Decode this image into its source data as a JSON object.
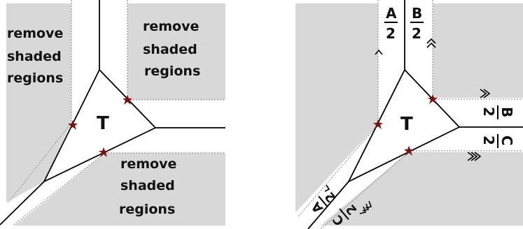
{
  "colors": {
    "shade": "#d8d8d8",
    "stroke": "#000000",
    "dashed": "#9a9a9a",
    "star": "#7a1010"
  },
  "left": {
    "region_label_1": [
      "remove",
      "shaded",
      "regions"
    ],
    "region_label_2": [
      "remove",
      "shaded",
      "regions"
    ],
    "region_label_3": [
      "remove",
      "shaded",
      "regions"
    ],
    "triangle_label": "T"
  },
  "right": {
    "triangle_label": "T",
    "label_a_top": "A",
    "label_b_top": "B",
    "label_a_diag": "A",
    "label_b_right": "B",
    "label_c_right": "C",
    "label_c_diag": "C",
    "denominator": "2"
  }
}
